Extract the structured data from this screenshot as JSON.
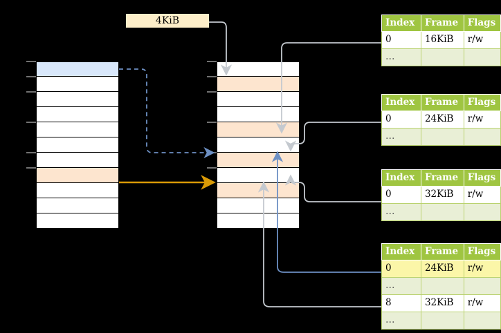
{
  "diagram": {
    "title_label": "4KiB",
    "columns": {
      "virtual": {
        "name": "virtual-address-space-column",
        "row_count": 11,
        "highlighted": [
          {
            "index": 0,
            "color": "#d9e8fb"
          },
          {
            "index": 7,
            "color": "#fde5cf"
          }
        ]
      },
      "physical": {
        "name": "physical-memory-column",
        "row_count": 11,
        "highlighted": [
          {
            "index": 1,
            "color": "#fde5cf"
          },
          {
            "index": 4,
            "color": "#fde5cf"
          },
          {
            "index": 6,
            "color": "#fde5cf"
          },
          {
            "index": 8,
            "color": "#fde5cf"
          }
        ]
      }
    },
    "tables": [
      {
        "id": "page-table-1",
        "headers": [
          "Index",
          "Frame",
          "Flags"
        ],
        "rows": [
          {
            "cells": [
              "0",
              "16KiB",
              "r/w"
            ],
            "style": "normal"
          },
          {
            "cells": [
              "…",
              "",
              ""
            ],
            "style": "alt"
          }
        ]
      },
      {
        "id": "page-table-2",
        "headers": [
          "Index",
          "Frame",
          "Flags"
        ],
        "rows": [
          {
            "cells": [
              "0",
              "24KiB",
              "r/w"
            ],
            "style": "normal"
          },
          {
            "cells": [
              "…",
              "",
              ""
            ],
            "style": "alt"
          }
        ]
      },
      {
        "id": "page-table-3",
        "headers": [
          "Index",
          "Frame",
          "Flags"
        ],
        "rows": [
          {
            "cells": [
              "0",
              "32KiB",
              "r/w"
            ],
            "style": "normal"
          },
          {
            "cells": [
              "…",
              "",
              ""
            ],
            "style": "alt"
          }
        ]
      },
      {
        "id": "page-table-4",
        "headers": [
          "Index",
          "Frame",
          "Flags"
        ],
        "rows": [
          {
            "cells": [
              "0",
              "24KiB",
              "r/w"
            ],
            "style": "highlight"
          },
          {
            "cells": [
              "…",
              "",
              ""
            ],
            "style": "alt"
          },
          {
            "cells": [
              "8",
              "32KiB",
              "r/w"
            ],
            "style": "normal"
          },
          {
            "cells": [
              "…",
              "",
              ""
            ],
            "style": "alt"
          }
        ]
      }
    ],
    "colors": {
      "header_green": "#9fc541",
      "table_border_green": "#b9d26e",
      "alt_row": "#e9efd6",
      "highlight_yellow": "#fbf6a8",
      "blue_fill": "#d9e8fb",
      "peach_fill": "#fde5cf",
      "blue_wire": "#6b90c4",
      "orange_wire": "#d99a06",
      "gray_wire": "#a6a6a6",
      "label_fill": "#fdeec9",
      "background": "#000000"
    },
    "connectors": [
      {
        "name": "blue-dashed-virtual-to-physical",
        "style": "dashed",
        "color": "#6b90c4"
      },
      {
        "name": "orange-solid-virtual-to-physical",
        "style": "solid",
        "color": "#d99a06"
      },
      {
        "name": "size-label-to-physical",
        "style": "solid",
        "color": "#a6a6a6"
      },
      {
        "name": "table1-to-physical",
        "style": "solid",
        "color": "#a6a6a6"
      },
      {
        "name": "table2-to-physical",
        "style": "solid",
        "color": "#a6a6a6"
      },
      {
        "name": "table3-to-physical",
        "style": "solid",
        "color": "#a6a6a6"
      },
      {
        "name": "table4-row0-to-physical",
        "style": "solid",
        "color": "#6b90c4"
      },
      {
        "name": "table4-row8-to-physical",
        "style": "solid",
        "color": "#a6a6a6"
      }
    ]
  }
}
